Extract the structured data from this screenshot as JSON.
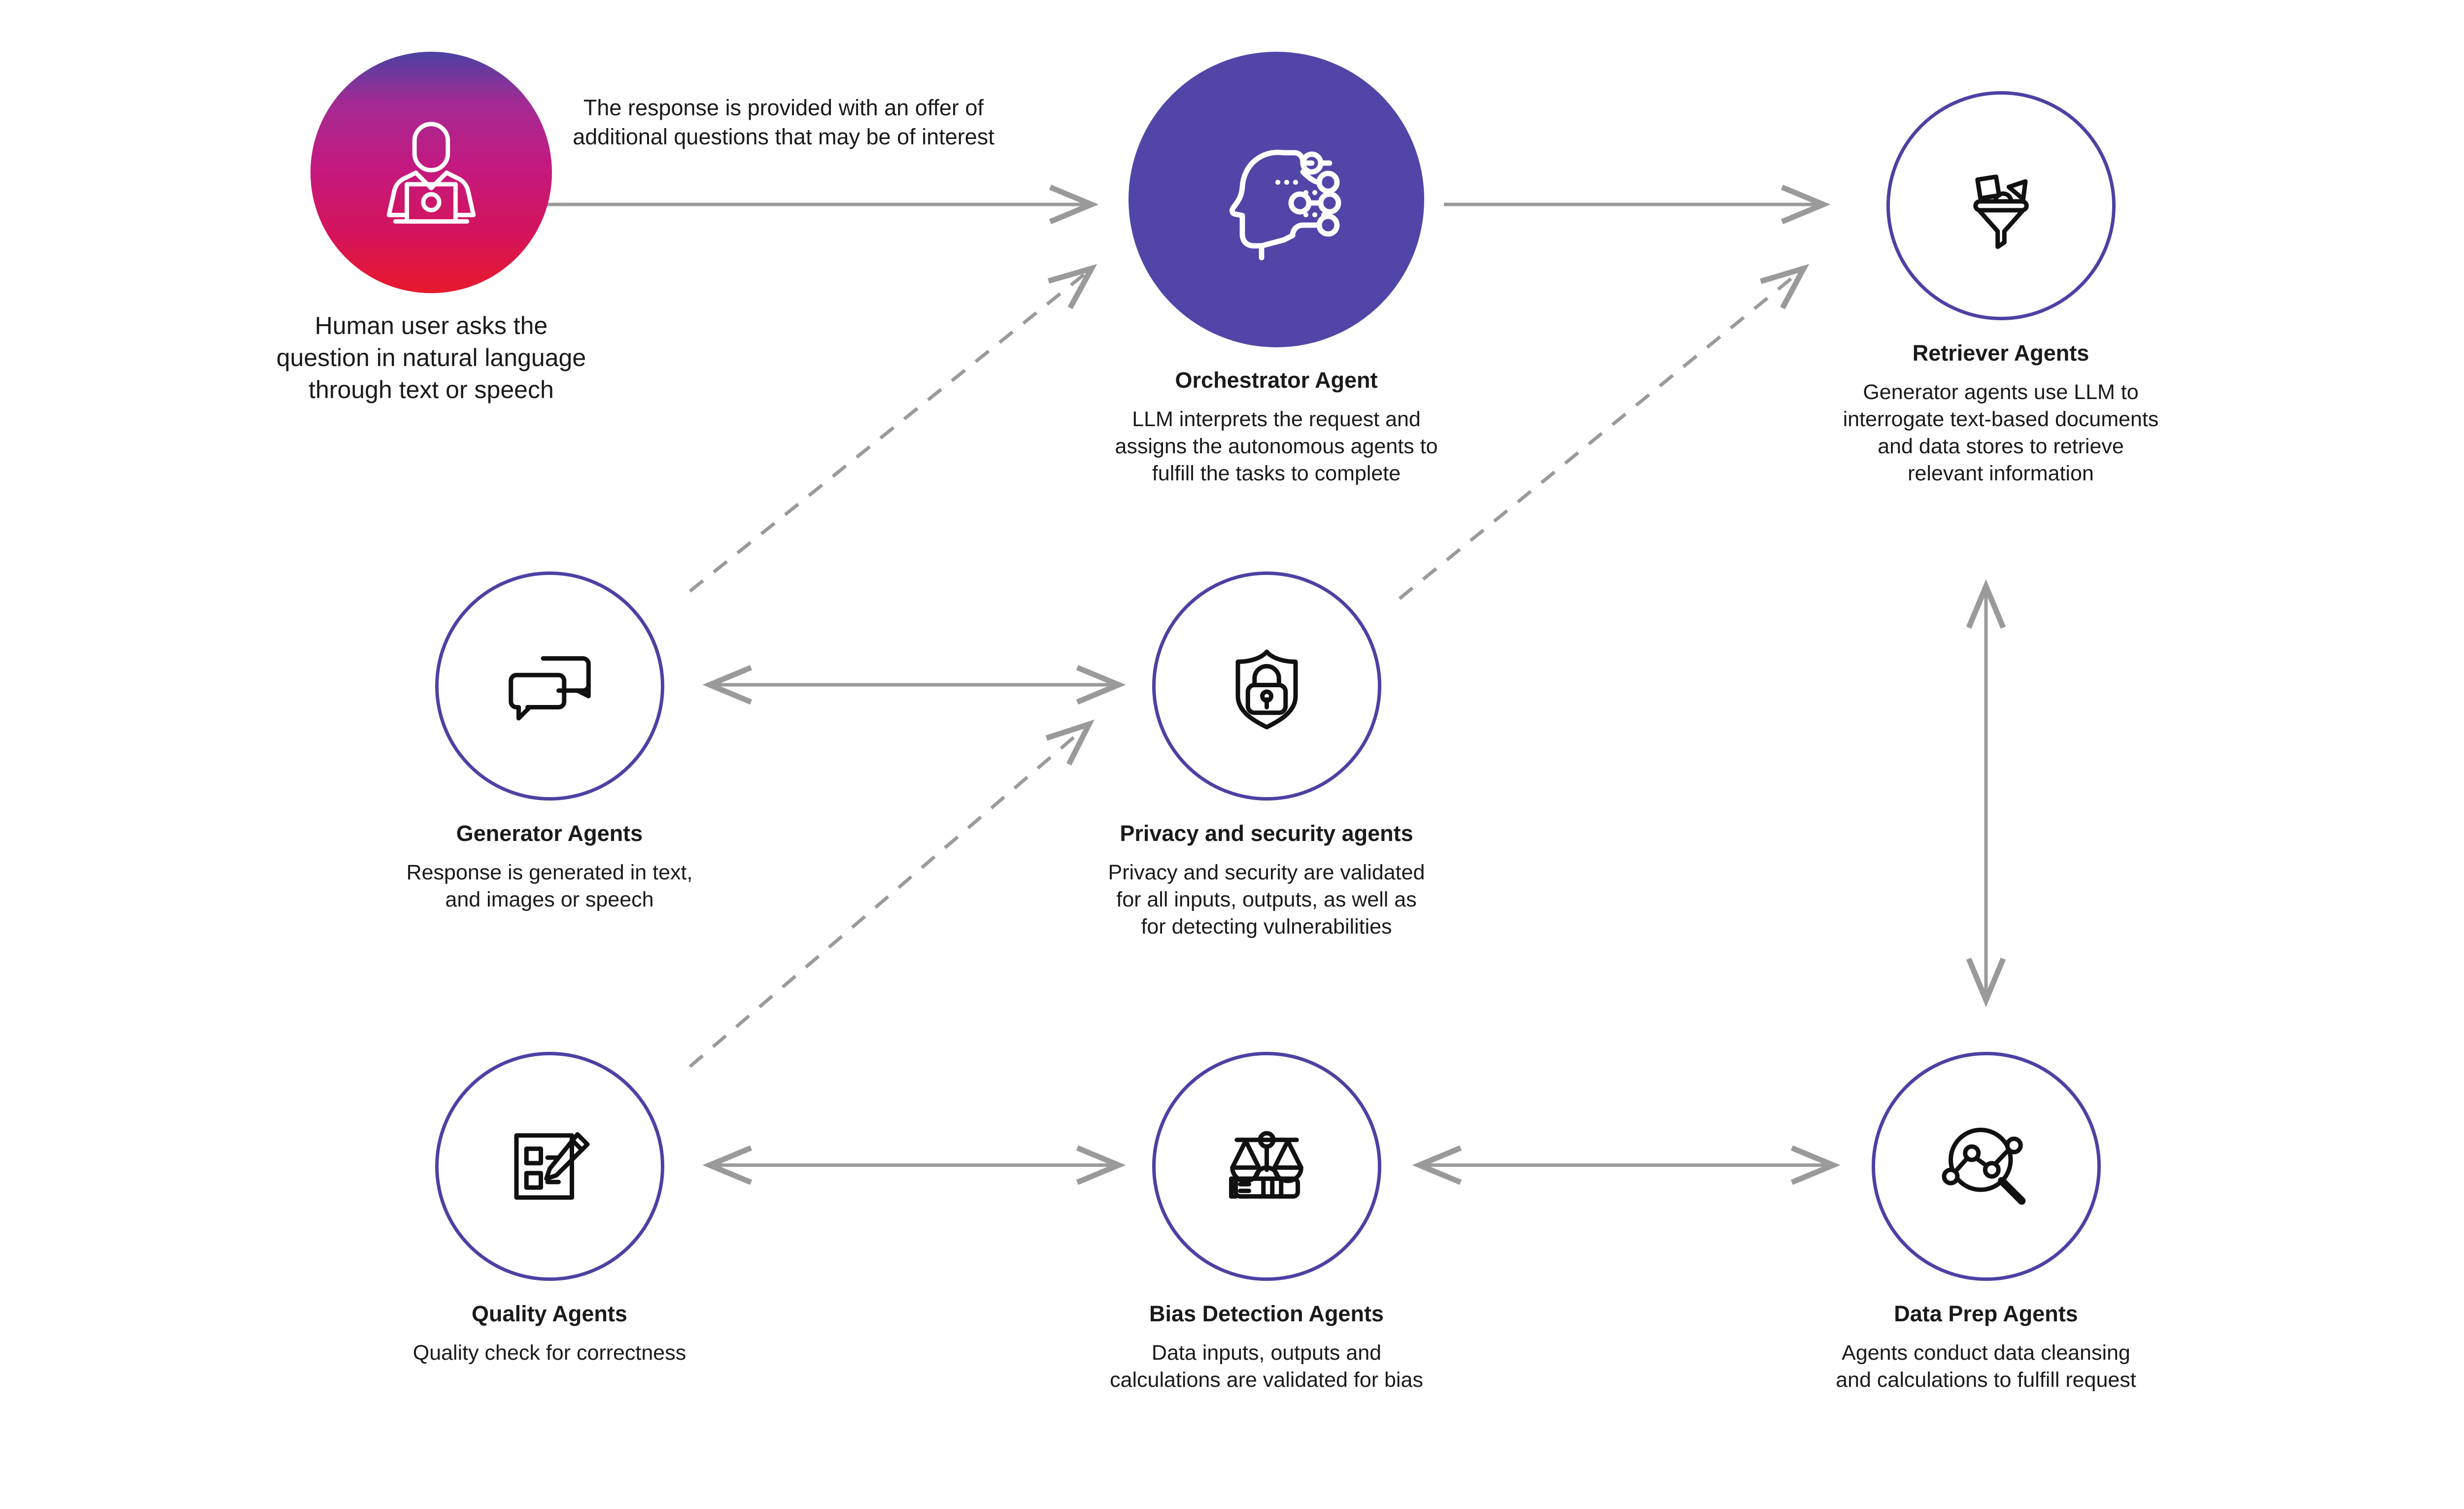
{
  "diagram": {
    "title": "Multi-agent AI system flow",
    "accent_circle_outline": "#4c41a3",
    "orchestrator_fill": "#5145a8",
    "human_gradient_from": "#4c41a3",
    "human_gradient_to": "#e8192c",
    "connector_color": "#9a9a9a",
    "text_color": "#1a1a1a"
  },
  "edge_labels": {
    "human_to_orchestrator": "The response is provided with an offer of\nadditional questions that may be of interest"
  },
  "nodes": {
    "human": {
      "icon": "person-at-laptop-icon",
      "label": "Human user asks the\nquestion in natural language\nthrough text or speech"
    },
    "orchestrator": {
      "icon": "ai-head-circuit-icon",
      "title": "Orchestrator Agent",
      "desc": "LLM interprets the request and\nassigns the autonomous agents to\nfulfill the tasks to complete"
    },
    "retriever": {
      "icon": "funnel-filter-icon",
      "title": "Retriever Agents",
      "desc": "Generator agents use LLM to\ninterrogate text-based documents\nand data stores to retrieve\nrelevant information"
    },
    "generator": {
      "icon": "chat-bubbles-icon",
      "title": "Generator Agents",
      "desc": "Response is generated in text,\nand images or speech"
    },
    "privacy": {
      "icon": "shield-lock-icon",
      "title": "Privacy and security agents",
      "desc": "Privacy and security are validated\nfor all inputs, outputs, as well as\nfor detecting vulnerabilities"
    },
    "quality": {
      "icon": "checklist-pencil-icon",
      "title": "Quality Agents",
      "desc": "Quality check for correctness"
    },
    "bias": {
      "icon": "scales-balance-icon",
      "title": "Bias Detection Agents",
      "desc": "Data inputs, outputs and\ncalculations are validated for bias"
    },
    "dataprep": {
      "icon": "magnifier-data-icon",
      "title": "Data Prep Agents",
      "desc": "Agents conduct data cleansing\nand calculations to fulfill request"
    }
  },
  "connectors": [
    {
      "name": "human-orchestrator",
      "style": "solid",
      "heads": "both"
    },
    {
      "name": "orchestrator-retriever",
      "style": "solid",
      "heads": "end"
    },
    {
      "name": "generator-privacy",
      "style": "solid",
      "heads": "both"
    },
    {
      "name": "quality-bias",
      "style": "solid",
      "heads": "both"
    },
    {
      "name": "bias-dataprep",
      "style": "solid",
      "heads": "both"
    },
    {
      "name": "retriever-dataprep",
      "style": "solid",
      "heads": "both"
    },
    {
      "name": "generator-orchestrator",
      "style": "dashed",
      "heads": "end"
    },
    {
      "name": "privacy-retriever",
      "style": "dashed",
      "heads": "end"
    },
    {
      "name": "quality-privacy",
      "style": "dashed",
      "heads": "end"
    }
  ]
}
